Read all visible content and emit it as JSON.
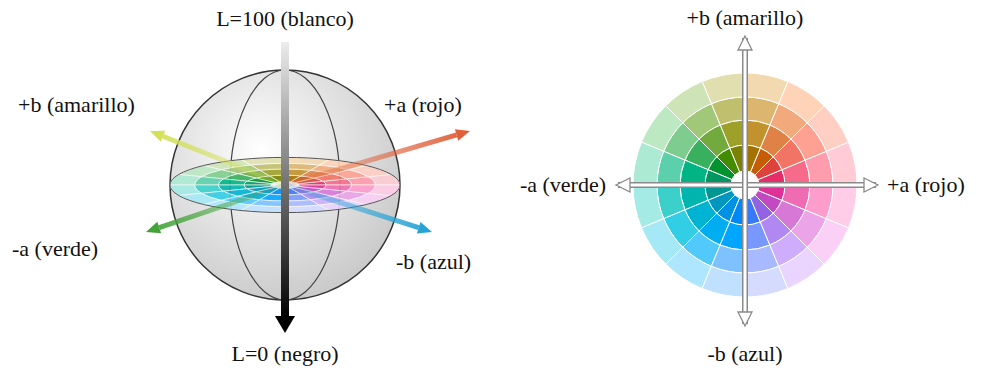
{
  "diagram": {
    "labels": [
      "L=100 (blanco)",
      "+b (amarillo)",
      "+a (rojo)",
      "-a (verde)",
      "-b (azul)",
      "L=0 (negro)",
      "+b (amarillo)",
      "-a (verde)",
      "+a (rojo)",
      "-b (azul)"
    ]
  }
}
